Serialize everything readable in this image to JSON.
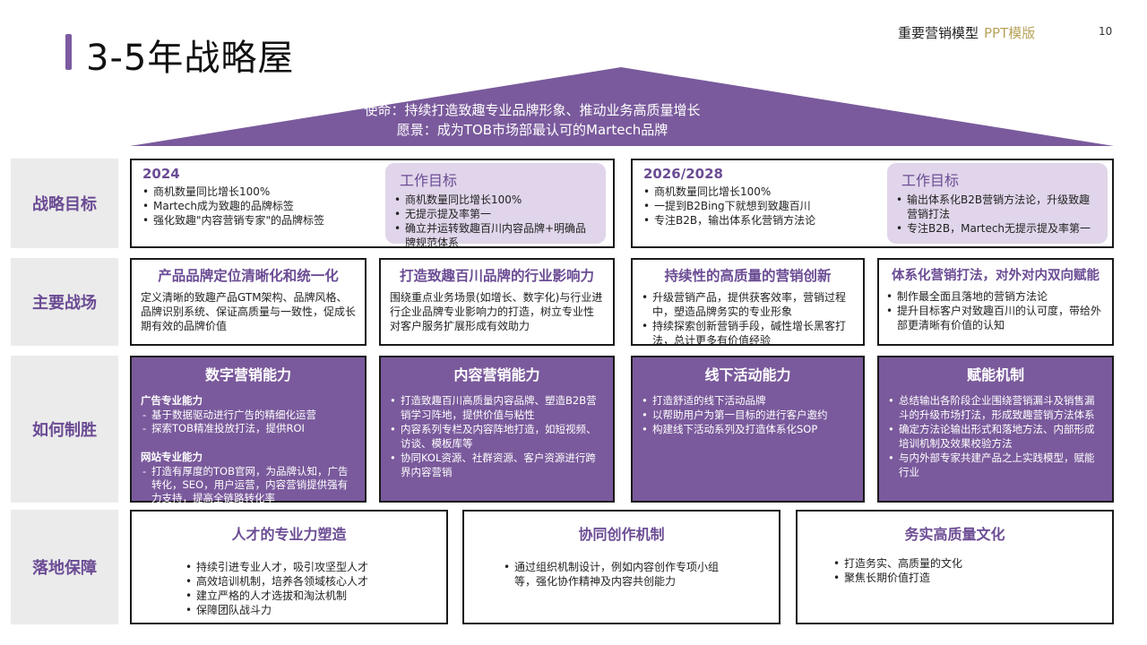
{
  "header": {
    "title": "3-5年战略屋",
    "tag_main": "重要营销模型",
    "tag_accent": "PPT模版",
    "page_number": "10"
  },
  "roof": {
    "mission": "使命：持续打造致趣专业品牌形象、推动业务高质量增长",
    "vision": "愿景：成为TOB市场部最认可的Martech品牌"
  },
  "colors": {
    "accent_purple": "#7a5a9c",
    "label_bg": "#ebebeb",
    "work_goal_bg": "#e0d5ea",
    "gold": "#b8a25a"
  },
  "rows": {
    "goals_label": "战略目标",
    "fields_label": "主要战场",
    "win_label": "如何制胜",
    "landing_label": "落地保障"
  },
  "goals": {
    "left": {
      "year": "2024",
      "items": [
        "商机数量同比增长100%",
        "Martech成为致趣的品牌标签",
        "强化致趣\"内容营销专家\"的品牌标签"
      ],
      "work_title": "工作目标",
      "work_items": [
        "商机数量同比增长100%",
        "无提示提及率第一",
        "确立并运转致趣百川内容品牌+明确品牌规范体系"
      ]
    },
    "right": {
      "year": "2026/2028",
      "items": [
        "商机数量同比增长100%",
        "一提到B2Bing下就想到致趣百川",
        "专注B2B，输出体系化营销方法论"
      ],
      "work_title": "工作目标",
      "work_items": [
        "输出体系化B2B营销方法论，升级致趣营销打法",
        "专注B2B，Martech无提示提及率第一"
      ]
    }
  },
  "fields": [
    {
      "title": "产品品牌定位清晰化和统一化",
      "text": "定义清晰的致趣产品GTM架构、品牌风格、品牌识别系统、保证高质量与一致性，促成长期有效的品牌价值"
    },
    {
      "title": "打造致趣百川品牌的行业影响力",
      "text": "围绕重点业务场景(如增长、数字化)与行业进行企业品牌专业影响力的打造，树立专业性对客户服务扩展形成有效助力"
    },
    {
      "title": "持续性的高质量的营销创新",
      "items": [
        "升级营销产品，提供获客效率，营销过程中，塑造品牌务实的专业形象",
        "持续探索创新营销手段，碱性增长黑客打法，总计更多有价值经验"
      ]
    },
    {
      "title": "体系化营销打法，对外对内双向赋能",
      "items": [
        "制作最全面且落地的营销方法论",
        "提升目标客户对致趣百川的认可度，带给外部更清晰有价值的认知"
      ]
    }
  ],
  "win": [
    {
      "title": "数字营销能力",
      "groups": [
        {
          "head": "广告专业能力",
          "items": [
            "基于数据驱动进行广告的精细化运营",
            "探索TOB精准投放打法，提供ROI"
          ]
        },
        {
          "head": "网站专业能力",
          "items": [
            "打造有厚度的TOB官网，为品牌认知，广告转化，SEO，用户运营，内容营销提供强有力支持，提高全链路转化率"
          ]
        }
      ]
    },
    {
      "title": "内容营销能力",
      "items": [
        "打造致趣百川高质量内容品牌、塑造B2B营销学习阵地，提供价值与粘性",
        "内容系列专栏及内容阵地打造，如短视频、访谈、模板库等",
        "协同KOL资源、社群资源、客户资源进行跨界内容营销"
      ]
    },
    {
      "title": "线下活动能力",
      "items": [
        "打造舒适的线下活动品牌",
        "以帮助用户为第一目标的进行客户邀约",
        "构建线下活动系列及打造体系化SOP"
      ]
    },
    {
      "title": "赋能机制",
      "items": [
        "总结输出各阶段企业围绕营销漏斗及销售漏斗的升级市场打法，形成致趣营销方法体系",
        "确定方法论输出形式和落地方法、内部形成培训机制及效果校验方法",
        "与内外部专家共建产品之上实践模型，赋能行业"
      ]
    }
  ],
  "landing": [
    {
      "title": "人才的专业力塑造",
      "items": [
        "持续引进专业人才，吸引攻坚型人才",
        "高效培训机制，培养各领域核心人才",
        "建立严格的人才选拔和淘汰机制",
        "保障团队战斗力"
      ]
    },
    {
      "title": "协同创作机制",
      "items": [
        "通过组织机制设计，例如内容创作专项小组等，强化协作精神及内容共创能力"
      ]
    },
    {
      "title": "务实高质量文化",
      "items": [
        "打造务实、高质量的文化",
        "聚焦长期价值打造"
      ]
    }
  ]
}
